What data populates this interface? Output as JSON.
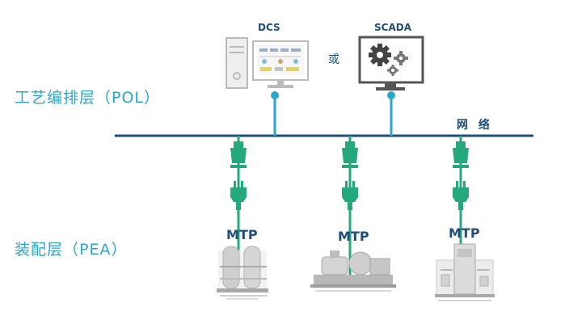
{
  "layers": {
    "pol_label": "工艺编排层（POL）",
    "pea_label": "装配层（PEA）"
  },
  "top_nodes": {
    "dcs_label": "DCS",
    "or_label": "或",
    "scada_label": "SCADA"
  },
  "network": {
    "label": "网 络"
  },
  "modules": [
    {
      "label": "MTP",
      "equipment": "twin-vessel-skid-icon"
    },
    {
      "label": "MTP",
      "equipment": "compressor-unit-icon"
    },
    {
      "label": "MTP",
      "equipment": "cabinet-skid-icon"
    }
  ],
  "colors": {
    "network_line": "#1f4e79",
    "connector": "#24a97c",
    "layer_text": "#2aa7c9",
    "node_text": "#1f4e79",
    "link_cyan": "#2aa7c9"
  }
}
